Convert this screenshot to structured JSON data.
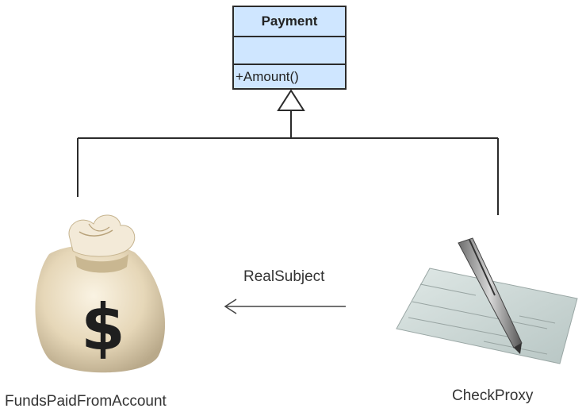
{
  "payment_class": {
    "name": "Payment",
    "attributes": "",
    "operation": "+Amount()"
  },
  "nodes": {
    "funds": {
      "label": "FundsPaidFromAccount",
      "icon": "money-bag-icon",
      "symbol": "$"
    },
    "check": {
      "label": "CheckProxy",
      "icon": "check-and-pen-icon"
    }
  },
  "relation": {
    "label": "RealSubject"
  },
  "colors": {
    "class_fill": "#cfe6ff",
    "line": "#2b2b2b",
    "bag": "#ece0c6",
    "check": "#cfdad8"
  }
}
